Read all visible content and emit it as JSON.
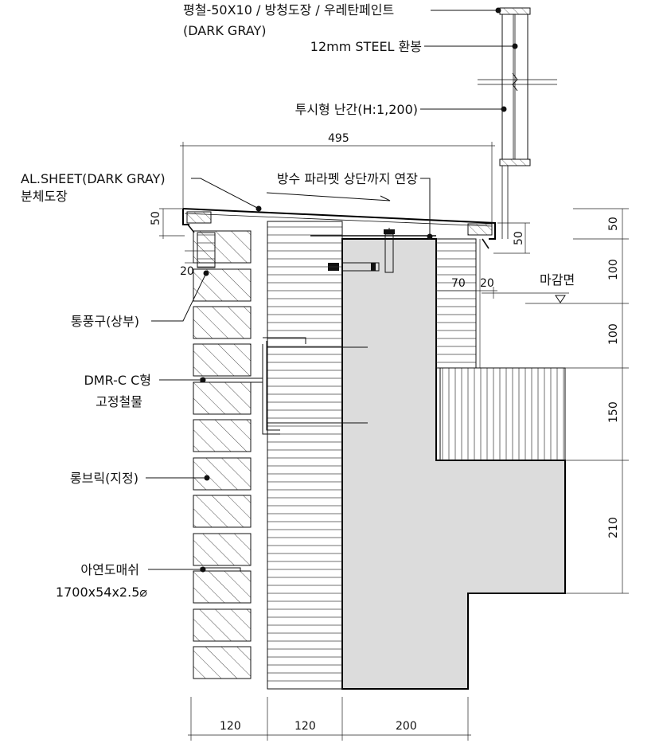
{
  "labels": {
    "flat_bar": "평철-50X10 / 방청도장 / 우레탄페인트",
    "flat_bar_color": "(DARK GRAY)",
    "steel_rod": "12mm STEEL 환봉",
    "railing": "투시형 난간(H:1,200)",
    "al_sheet": "AL.SHEET(DARK GRAY)",
    "al_sheet_2": "분체도장",
    "waterproof": "방수 파라펫 상단까지 연장",
    "vent": "통풍구(상부)",
    "dmr": "DMR-C C형",
    "dmr_2": "고정철물",
    "brick": "롱브릭(지정)",
    "wire": "아연도매쉬",
    "wire_2": "1700x54x2.5⌀",
    "finish": "마감면"
  },
  "dimensions": {
    "top_width": "495",
    "left_height": "50",
    "inner_height": "50",
    "small_20a": "20",
    "small_70": "70",
    "small_20b": "20",
    "right": [
      "50",
      "100",
      "100",
      "150",
      "210"
    ],
    "bottom": [
      "120",
      "120",
      "200"
    ]
  },
  "colors": {
    "concrete": "#dcdcdc",
    "line": "#111111"
  }
}
